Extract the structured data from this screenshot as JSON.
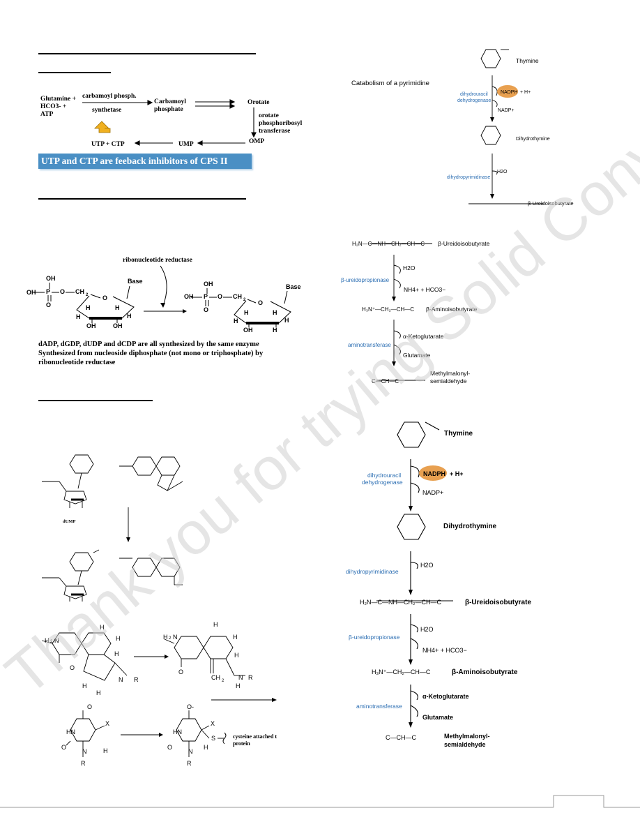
{
  "left": {
    "pyrimidine_synthesis": {
      "reactants": [
        "Glutamine +",
        "HCO3- +",
        "ATP"
      ],
      "enzyme_line1": "carbamoyl phosph.",
      "enzyme_line2": "synthetase",
      "carbamoyl_line1": "Carbamoyl",
      "carbamoyl_line2": "phosphate",
      "orotate": "Orotate",
      "oprt_line1": "orotate",
      "oprt_line2": "phosphoribosyl",
      "oprt_line3": "transferase",
      "omp": "OMP",
      "ump": "UMP",
      "utp_ctp": "UTP + CTP",
      "banner": "UTP and CTP are  feeback inhibitors of CPS II"
    },
    "deoxyribonucleotide": {
      "enzyme_label": "ribonucleotide reductase",
      "base_label": "Base",
      "oh": "OH",
      "o": "O",
      "p": "P",
      "ch2": "CH2",
      "h": "H",
      "text_line1": "dADP, dGDP, dUDP  and dCDP are all synthesized by the same enzyme",
      "text_line2": "Synthesized from nucleoside diphosphate  (not mono or triphosphate)  by",
      "text_line3": "ribonucleotide  reductase"
    },
    "thymidylate": {
      "dump_label": "dUMP",
      "x_label": "X",
      "r_label": "R",
      "cysteine_line1": "cysteine attached t",
      "cysteine_line2": "protein"
    }
  },
  "right": {
    "small_scheme": {
      "title": "Catabolism of a pyrimidine",
      "thymine": "Thymine",
      "enzyme1_line1": "dihydrouracil",
      "enzyme1_line2": "dehydrogenase",
      "nadph": "NADPH",
      "h_plus": "+ H+",
      "nadp": "NADP+",
      "dihydrothymine": "Dihydrothymine",
      "enzyme2": "dihydropyrimidinase",
      "h2o": "H2O",
      "ureido": "β-Ureidoisobutyrate"
    },
    "mid_scheme": {
      "ureido": "β-Ureidoisobutyrate",
      "enzyme3": "β-ureidopropionase",
      "h2o": "H2O",
      "nh4": "NH4+ + HCO3−",
      "amino": "β-Aminoisobutyrate",
      "enzyme4": "aminotransferase",
      "ketoglutarate": "α-Ketoglutarate",
      "glutamate": "Glutamate",
      "methyl_line1": "Methylmalonyl-",
      "methyl_line2": "semialdehyde"
    },
    "big_scheme": {
      "thymine": "Thymine",
      "enzyme1_line1": "dihydrouracil",
      "enzyme1_line2": "dehydrogenase",
      "nadph": "NADPH",
      "h_plus": "+ H+",
      "nadp": "NADP+",
      "dihydrothymine": "Dihydrothymine",
      "enzyme2": "dihydropyrimidinase",
      "h2o": "H2O",
      "ureido": "β-Ureidoisobutyrate",
      "enzyme3": "β-ureidopropionase",
      "nh4": "NH4+ + HCO3−",
      "amino": "β-Aminoisobutyrate",
      "enzyme4": "aminotransferase",
      "ketoglutarate": "α-Ketoglutarate",
      "glutamate": "Glutamate",
      "methyl_line1": "Methylmalonyl-",
      "methyl_line2": "semialdehyde"
    }
  },
  "watermark_text": "Thank you for trying Solid Converter",
  "colors": {
    "banner": "#4a8fc4",
    "nadph": "#e8a050",
    "enzyme_blue": "#2a6db2",
    "arrow_yellow": "#f0b020"
  }
}
